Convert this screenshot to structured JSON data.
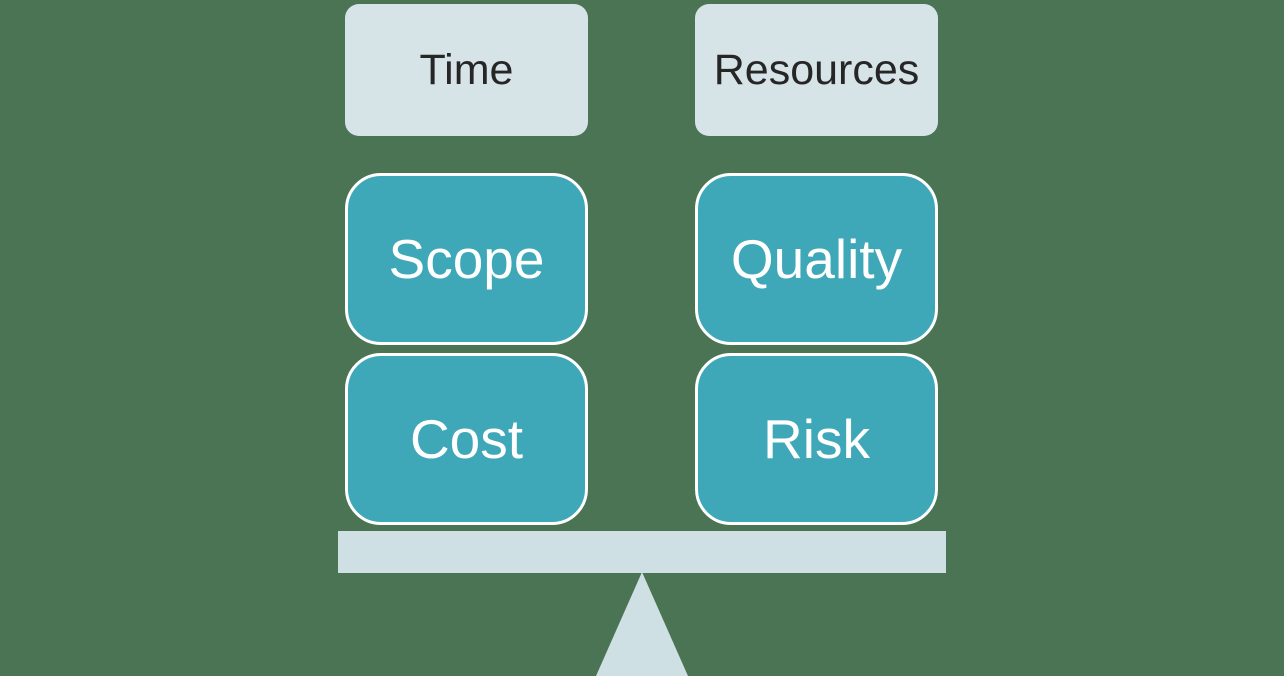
{
  "colors": {
    "background": "#4A7453",
    "teal_box": "#3FA8B8",
    "light_box": "#D6E4E7",
    "beam": "#CFE0E4",
    "dark_text": "#262626",
    "light_text": "#FFFFFF"
  },
  "columns": [
    {
      "header": "Time",
      "items": [
        "Scope",
        "Cost"
      ]
    },
    {
      "header": "Resources",
      "items": [
        "Quality",
        "Risk"
      ]
    }
  ]
}
